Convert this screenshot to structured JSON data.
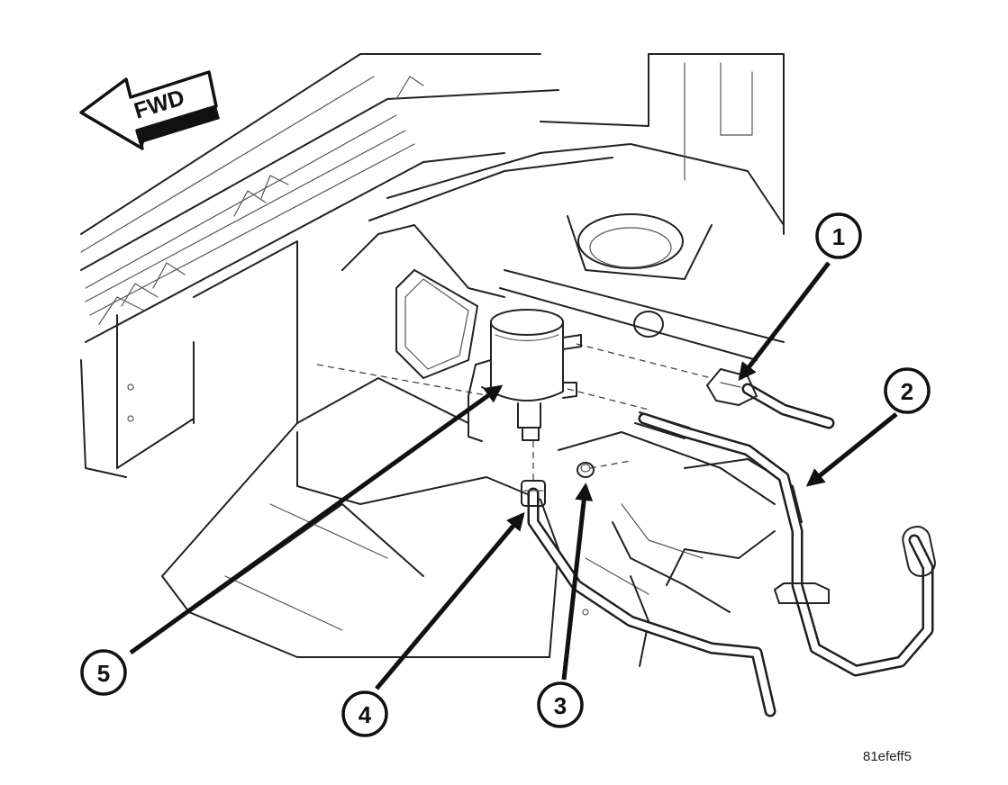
{
  "direction_arrow": {
    "label": "FWD"
  },
  "callouts": [
    {
      "id": "callout-1",
      "number": "1"
    },
    {
      "id": "callout-2",
      "number": "2"
    },
    {
      "id": "callout-3",
      "number": "3"
    },
    {
      "id": "callout-4",
      "number": "4"
    },
    {
      "id": "callout-5",
      "number": "5"
    }
  ],
  "figure_code": "81efeff5",
  "colors": {
    "ink": "#111111",
    "background": "#ffffff"
  }
}
